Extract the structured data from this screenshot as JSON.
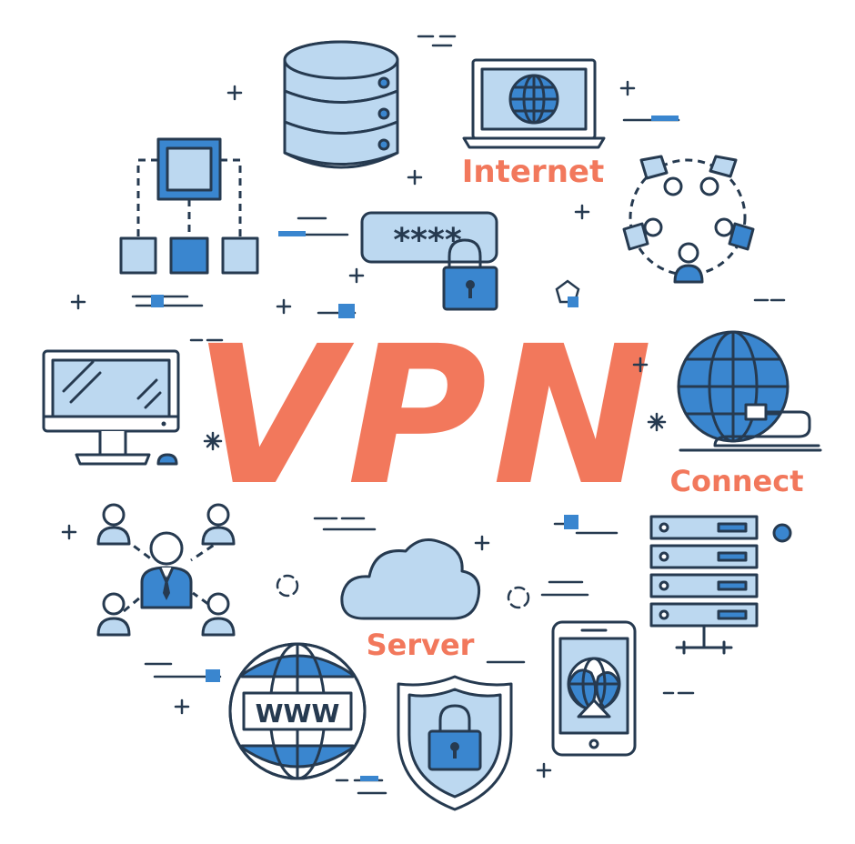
{
  "headline": "VPN",
  "labels": {
    "internet": "Internet",
    "connect": "Connect",
    "server": "Server"
  },
  "password_mask": "****",
  "www_text": "WWW",
  "colors": {
    "outline": "#263a50",
    "light_blue": "#bcd8f0",
    "mid_blue": "#3a86cf",
    "accent_orange": "#f2785c",
    "background": "#ffffff"
  },
  "icons": [
    "database-icon",
    "laptop-globe-icon",
    "network-hierarchy-icon",
    "password-lock-icon",
    "user-circle-network-icon",
    "desktop-monitor-icon",
    "globe-cable-icon",
    "team-network-icon",
    "cloud-icon",
    "server-rack-icon",
    "www-globe-icon",
    "shield-lock-icon",
    "smartphone-globe-icon"
  ]
}
